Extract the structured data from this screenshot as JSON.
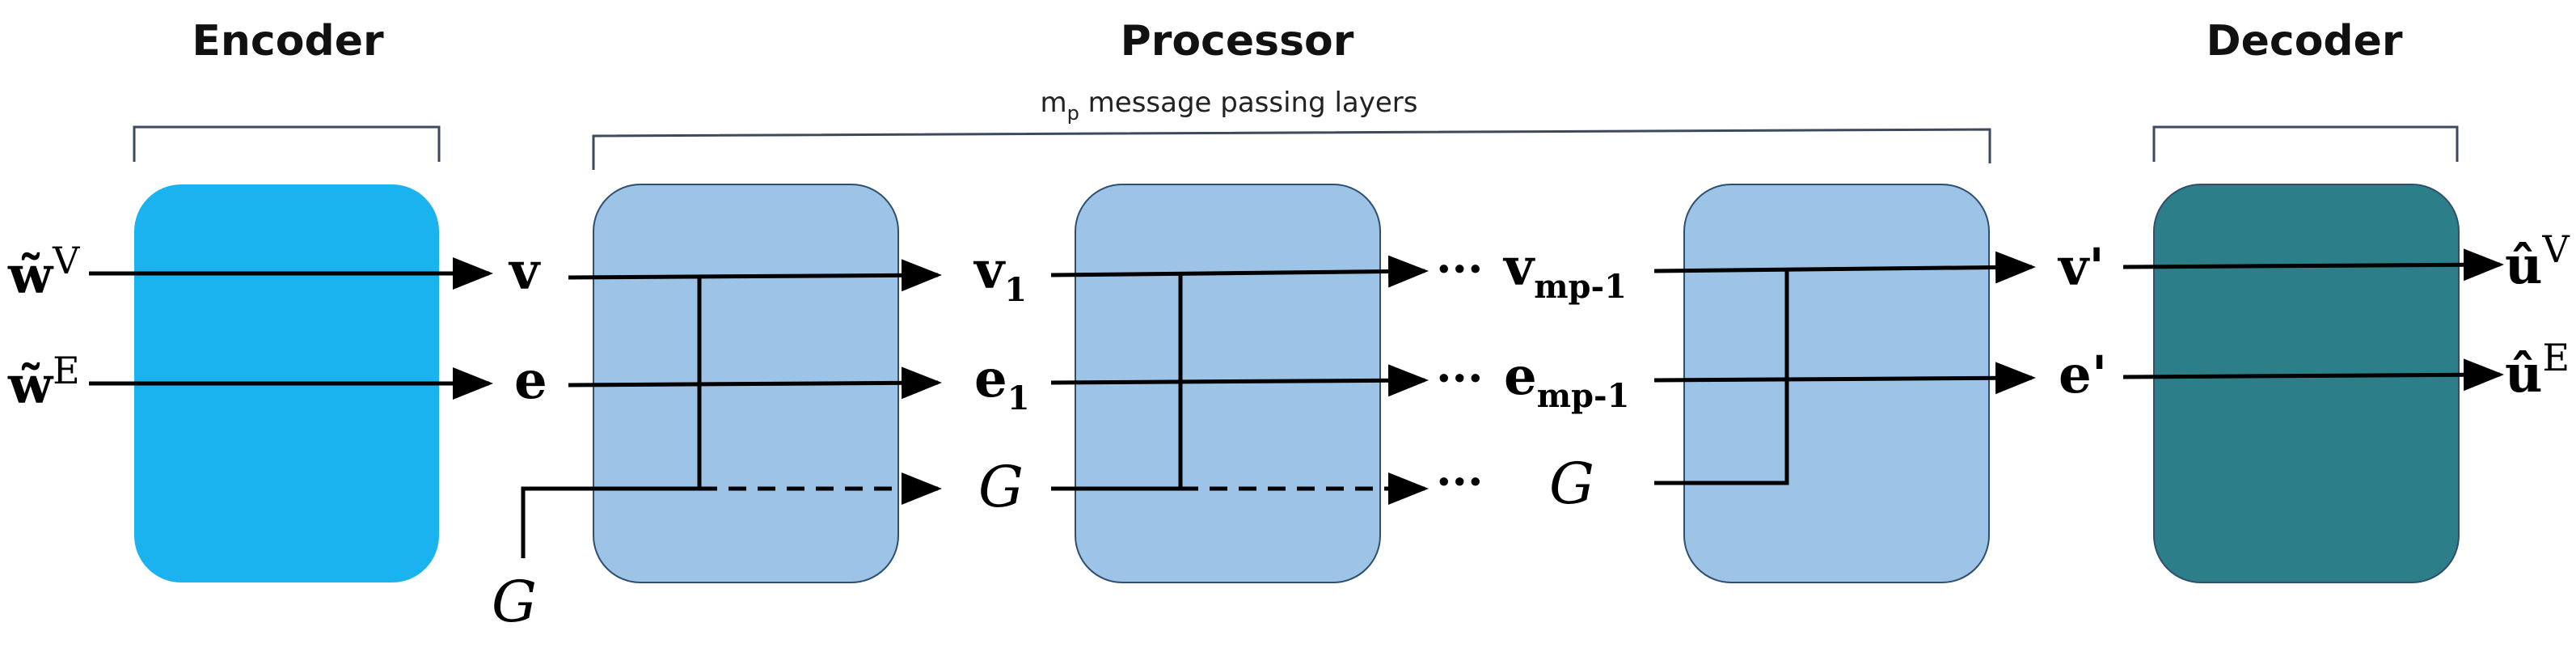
{
  "headings": {
    "encoder": "Encoder",
    "processor": "Processor",
    "decoder": "Decoder"
  },
  "processor_caption": {
    "m": "m",
    "m_sub": "p",
    "rest": " message passing layers"
  },
  "symbols": {
    "w_tilde": "w̃",
    "u_hat": "û",
    "sup_V": "V",
    "sup_E": "E",
    "v": "v",
    "e": "e",
    "G": "G",
    "sub_1": "1",
    "sub_mp1": "mp-1",
    "v_prime": "v'",
    "e_prime": "e'",
    "dots": "···"
  },
  "colors": {
    "encoder": "#1bb3ef",
    "processor": "#9dc3e6",
    "decoder": "#2c7f89",
    "block_border": "#2f4f6f"
  }
}
